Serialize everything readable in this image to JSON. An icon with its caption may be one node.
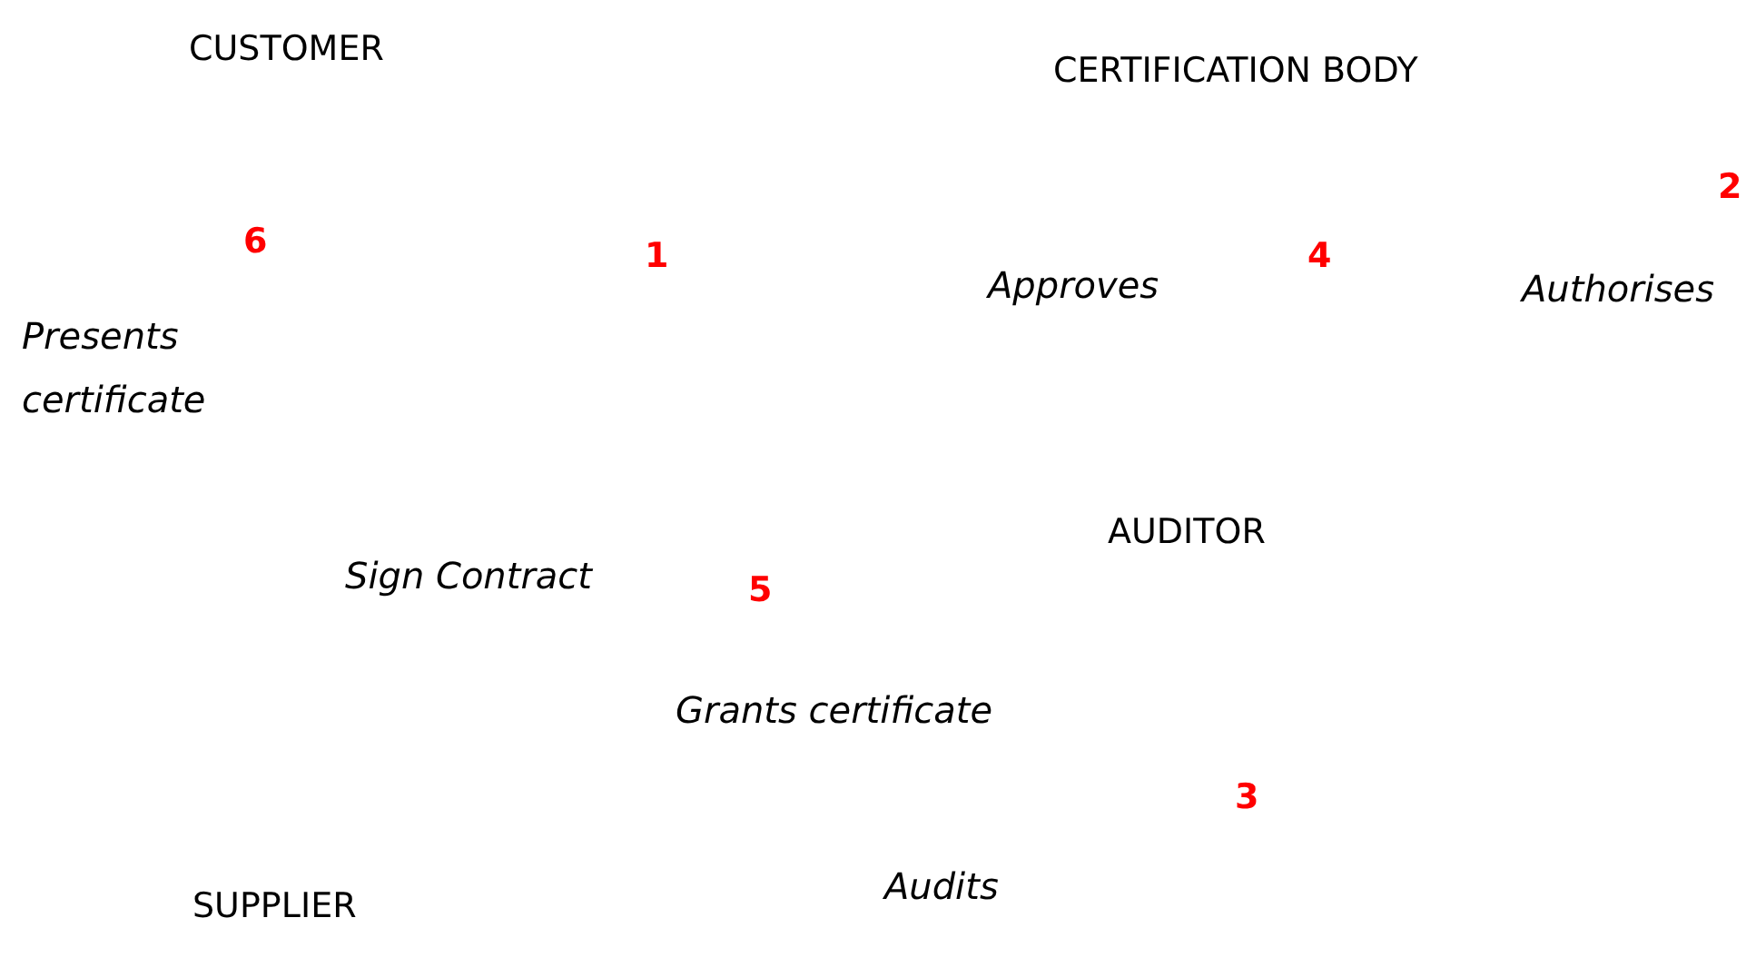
{
  "diagram": {
    "labels": [
      "CUSTOMER",
      "CERTIFICATION BODY",
      "2",
      "6",
      "1",
      "4",
      "Approves",
      "Authorises",
      "Presents certificate",
      "AUDITOR",
      "Sign Contract",
      "5",
      "Grants certificate",
      "3",
      "Audits",
      "SUPPLIER"
    ]
  }
}
